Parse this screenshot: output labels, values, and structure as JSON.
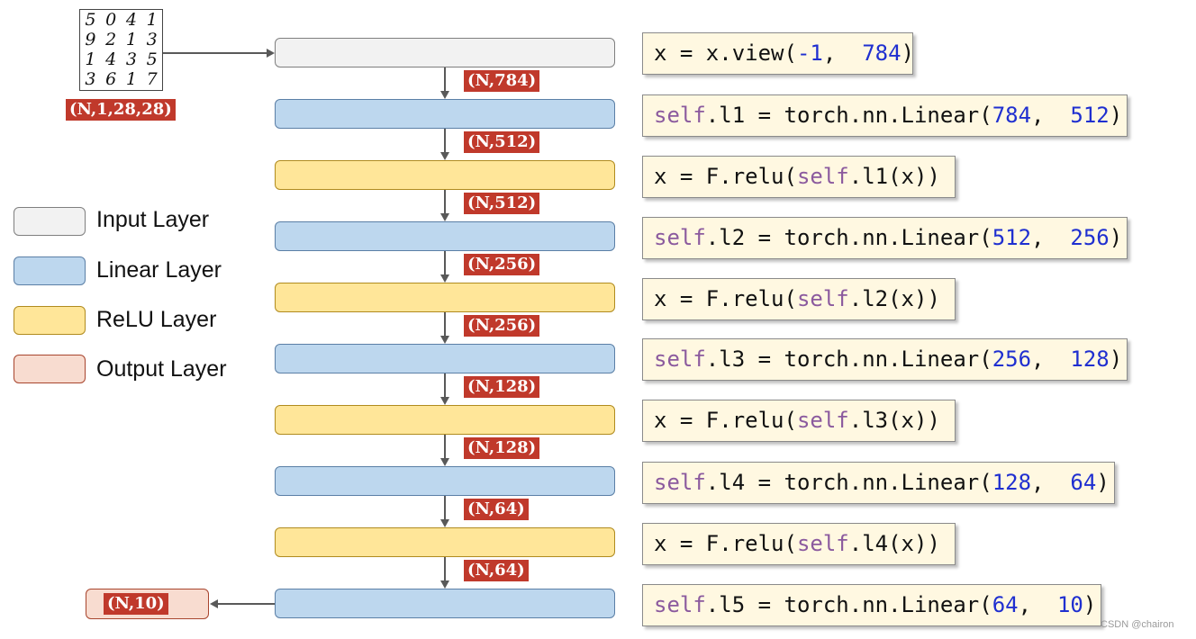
{
  "input_image": {
    "digits": [
      "5",
      "0",
      "4",
      "1",
      "9",
      "2",
      "1",
      "3",
      "1",
      "4",
      "3",
      "5",
      "3",
      "6",
      "1",
      "7"
    ],
    "shape_label": "(N,1,28,28)"
  },
  "legend": [
    {
      "label": "Input Layer",
      "color": "#f2f2f2"
    },
    {
      "label": "Linear Layer",
      "color": "#bdd7ee"
    },
    {
      "label": "ReLU Layer",
      "color": "#ffe699"
    },
    {
      "label": "Output Layer",
      "color": "#f8dcd0"
    }
  ],
  "layers": [
    {
      "type": "input"
    },
    {
      "type": "linear"
    },
    {
      "type": "relu"
    },
    {
      "type": "linear"
    },
    {
      "type": "relu"
    },
    {
      "type": "linear"
    },
    {
      "type": "relu"
    },
    {
      "type": "linear"
    },
    {
      "type": "relu"
    },
    {
      "type": "linear"
    }
  ],
  "tensor_shapes": [
    "(N,784)",
    "(N,512)",
    "(N,512)",
    "(N,256)",
    "(N,256)",
    "(N,128)",
    "(N,128)",
    "(N,64)",
    "(N,64)"
  ],
  "output_shape": "(N,10)",
  "code_lines": [
    [
      {
        "t": "x = x.view(",
        "c": ""
      },
      {
        "t": "-1",
        "c": "num"
      },
      {
        "t": ",  ",
        "c": ""
      },
      {
        "t": "784",
        "c": "num"
      },
      {
        "t": ")",
        "c": ""
      }
    ],
    [
      {
        "t": "self",
        "c": "kw"
      },
      {
        "t": ".l1 = torch.nn.Linear(",
        "c": ""
      },
      {
        "t": "784",
        "c": "num"
      },
      {
        "t": ",  ",
        "c": ""
      },
      {
        "t": "512",
        "c": "num"
      },
      {
        "t": ")",
        "c": ""
      }
    ],
    [
      {
        "t": "x = F.relu(",
        "c": ""
      },
      {
        "t": "self",
        "c": "kw"
      },
      {
        "t": ".l1(x))",
        "c": ""
      }
    ],
    [
      {
        "t": "self",
        "c": "kw"
      },
      {
        "t": ".l2 = torch.nn.Linear(",
        "c": ""
      },
      {
        "t": "512",
        "c": "num"
      },
      {
        "t": ",  ",
        "c": ""
      },
      {
        "t": "256",
        "c": "num"
      },
      {
        "t": ")",
        "c": ""
      }
    ],
    [
      {
        "t": "x = F.relu(",
        "c": ""
      },
      {
        "t": "self",
        "c": "kw"
      },
      {
        "t": ".l2(x))",
        "c": ""
      }
    ],
    [
      {
        "t": "self",
        "c": "kw"
      },
      {
        "t": ".l3 = torch.nn.Linear(",
        "c": ""
      },
      {
        "t": "256",
        "c": "num"
      },
      {
        "t": ",  ",
        "c": ""
      },
      {
        "t": "128",
        "c": "num"
      },
      {
        "t": ")",
        "c": ""
      }
    ],
    [
      {
        "t": "x = F.relu(",
        "c": ""
      },
      {
        "t": "self",
        "c": "kw"
      },
      {
        "t": ".l3(x))",
        "c": ""
      }
    ],
    [
      {
        "t": "self",
        "c": "kw"
      },
      {
        "t": ".l4 = torch.nn.Linear(",
        "c": ""
      },
      {
        "t": "128",
        "c": "num"
      },
      {
        "t": ",  ",
        "c": ""
      },
      {
        "t": "64",
        "c": "num"
      },
      {
        "t": ")",
        "c": ""
      }
    ],
    [
      {
        "t": "x = F.relu(",
        "c": ""
      },
      {
        "t": "self",
        "c": "kw"
      },
      {
        "t": ".l4(x))",
        "c": ""
      }
    ],
    [
      {
        "t": "self",
        "c": "kw"
      },
      {
        "t": ".l5 = torch.nn.Linear(",
        "c": ""
      },
      {
        "t": "64",
        "c": "num"
      },
      {
        "t": ",  ",
        "c": ""
      },
      {
        "t": "10",
        "c": "num"
      },
      {
        "t": ")",
        "c": ""
      }
    ]
  ],
  "watermark": "CSDN @chairon"
}
